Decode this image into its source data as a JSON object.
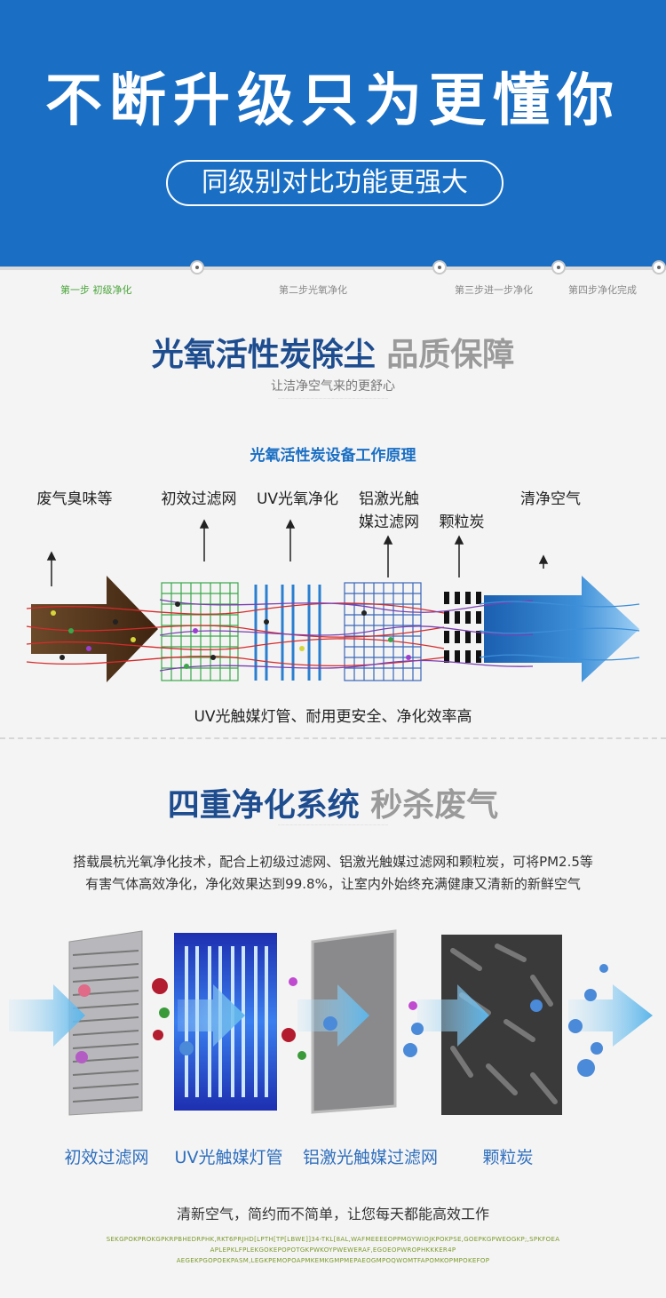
{
  "header": {
    "title": "不断升级只为更懂你",
    "subtitle": "同级别对比功能更强大"
  },
  "steps": [
    {
      "label": "第一步 初级净化",
      "active": true
    },
    {
      "label": "第二步光氧净化",
      "active": false
    },
    {
      "label": "第三步进一步净化",
      "active": false
    },
    {
      "label": "第四步净化完成",
      "active": false
    }
  ],
  "section1": {
    "title_main": "光氧活性炭除尘",
    "title_grey": "品质保障",
    "subtitle": "让洁净空气来的更舒心",
    "diagram_title": "光氧活性炭设备工作原理",
    "labels": {
      "waste": "废气臭味等",
      "primary": "初效过滤网",
      "uv": "UV光氧净化",
      "al_line1": "铝激光触",
      "al_line2": "媒过滤网",
      "carbon": "颗粒炭",
      "clean": "清净空气"
    },
    "caption": "UV光触媒灯管、耐用更安全、净化效率高"
  },
  "section2": {
    "title_main": "四重净化系统",
    "title_grey": "秒杀废气",
    "desc_line1": "搭载晨杭光氧净化技术，配合上初级过滤网、铝激光触媒过滤网和颗粒炭，可将PM2.5等",
    "desc_line2": "有害气体高效净化，净化效果达到99.8%，让室内外始终充满健康又清新的新鲜空气",
    "products": [
      "初效过滤网",
      "UV光触媒灯管",
      "铝激光触媒过滤网",
      "颗粒炭"
    ]
  },
  "footer": {
    "text": "清新空气，简约而不简单，让您每天都能高效工作",
    "code_line1": "SEKGPOKPROKGPKRPBHEDRPHK,RKT6PRJHD[LPTH[TP[LBWE]]34-TKL[8AL,WAFMEEEEOPPMGYWIOJKPOKPSE,GOEPKGPWEOGKP;,SPKFOEA",
    "code_line2": "APLEPKLFPLEKGOKEPOPOTGKPWKOYPWEWERAF,EGOEOPWROPHKKKER4P",
    "code_line3": "AEGEKPGOPOEKPASM,LEGKPEMOPOAPMKEMKGMPMEPAEOGMPOQWOMTFAPOMKOPMPOKEFOP"
  },
  "colors": {
    "brand_blue": "#1a6fc4",
    "title_navy": "#1e4d8f",
    "step_active": "#4aa53a",
    "label_blue": "#2f6fbe"
  }
}
